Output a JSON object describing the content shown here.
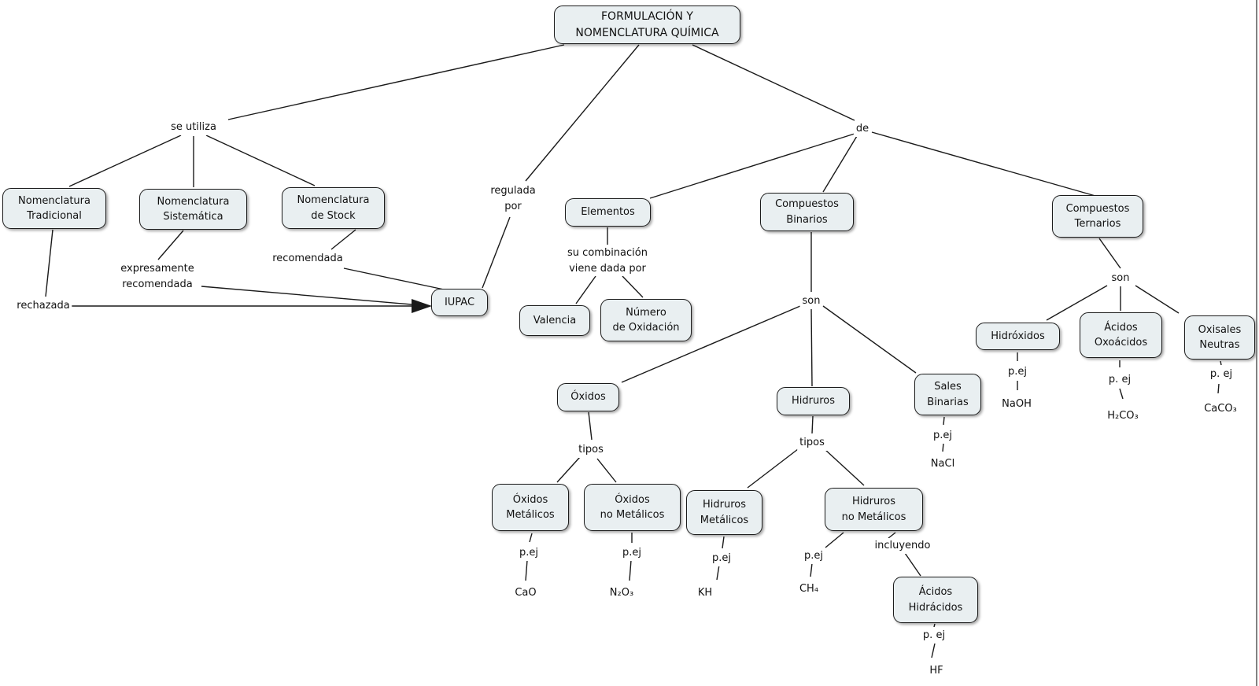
{
  "app": {
    "type": "concept-map",
    "topic": "Formulación y Nomenclatura Química"
  },
  "colors": {
    "background": "#ffffff",
    "node_fill": "#e9eff1",
    "node_border": "#1c1c1c",
    "line": "#1a1a1a",
    "text": "#111111",
    "canvas_edge": "#828282"
  },
  "nodes": {
    "titulo": "FORMULACIÓN Y\nNOMENCLATURA QUÍMICA",
    "nomenclatura_tradicional": "Nomenclatura\nTradicional",
    "nomenclatura_sistematica": "Nomenclatura\nSistemática",
    "nomenclatura_de_stock": "Nomenclatura\nde Stock",
    "iupac": "IUPAC",
    "elementos": "Elementos",
    "valencia": "Valencia",
    "numero_de_oxidacion": "Número\nde Oxidación",
    "compuestos_binarios": "Compuestos\nBinarios",
    "compuestos_ternarios": "Compuestos\nTernarios",
    "oxidos": "Óxidos",
    "hidruros": "Hidruros",
    "sales_binarias": "Sales\nBinarias",
    "hidroxidos": "Hidróxidos",
    "acidos_oxoacidos": "Ácidos\nOxoácidos",
    "oxisales_neutras": "Oxisales\nNeutras",
    "oxidos_metalicos": "Óxidos\nMetálicos",
    "oxidos_no_metalicos": "Óxidos\nno Metálicos",
    "hidruros_metalicos": "Hidruros\nMetálicos",
    "hidruros_no_metalicos": "Hidruros\nno Metálicos",
    "acidos_hidracidos": "Ácidos\nHidrácidos"
  },
  "link_labels": {
    "se_utiliza": "se utiliza",
    "regulada_por": "regulada\npor",
    "de": "de",
    "rechazada": "rechazada",
    "expresamente_recomendada": "expresamente\nrecomendada",
    "recomendada": "recomendada",
    "su_combinacion": "su combinación\nviene dada por",
    "son_binarios": "son",
    "son_ternarios": "son",
    "tipos_oxidos": "tipos",
    "tipos_hidruros": "tipos",
    "incluyendo": "incluyendo",
    "pej_sales": "p.ej",
    "pej_hidroxidos": "p.ej",
    "pej_oxoacidos": "p. ej",
    "pej_oxisales": "p. ej",
    "pej_oxidos_metalicos": "p.ej",
    "pej_oxidos_no_metalicos": "p.ej",
    "pej_hidruros_metalicos": "p.ej",
    "pej_hidruros_no_metalicos": "p.ej",
    "pej_hidracidos": "p. ej"
  },
  "examples": {
    "nacl": "NaCl",
    "naoh": "NaOH",
    "h2co3": "H₂CO₃",
    "caco3": "CaCO₃",
    "cao": "CaO",
    "n2o3": "N₂O₃",
    "kh": "KH",
    "ch4": "CH₄",
    "hf": "HF"
  }
}
